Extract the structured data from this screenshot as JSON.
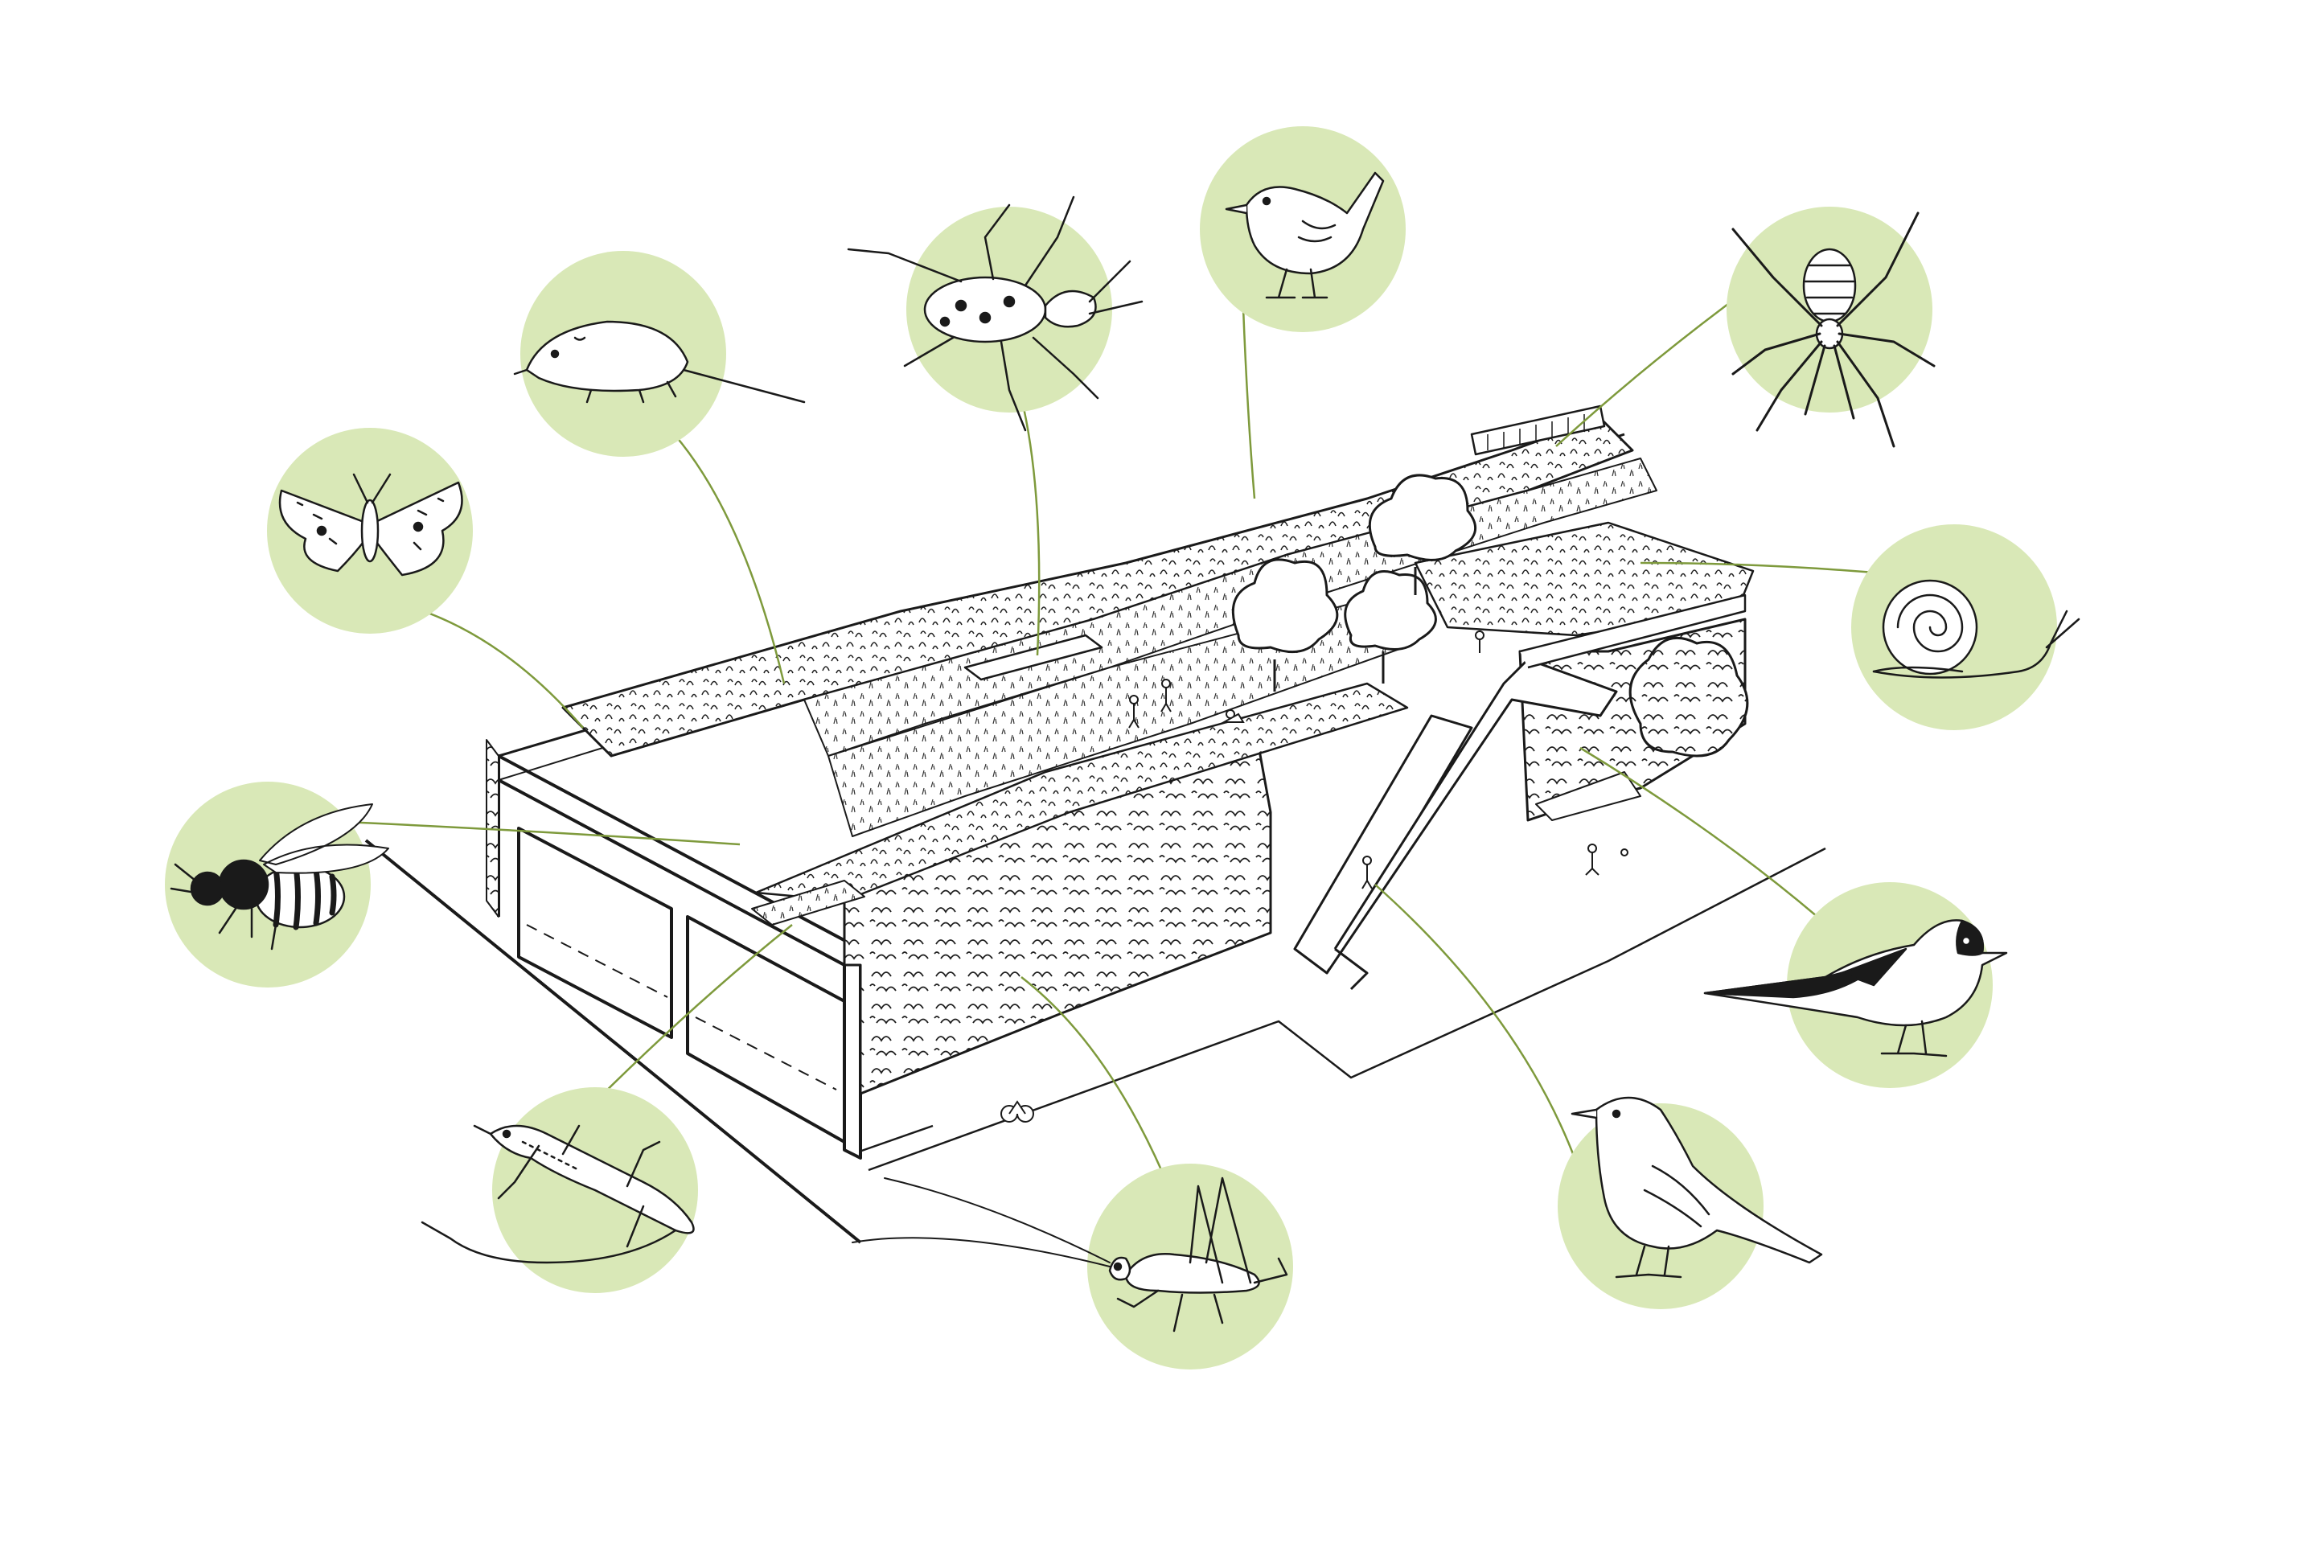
{
  "diagram": {
    "kind": "illustrated cross-section",
    "text_labels": [],
    "colors": {
      "background": "#ffffff",
      "ink": "#1a1a1a",
      "circle_fill": "#d9e8b7",
      "leader_line": "#7e9a3c"
    },
    "species": [
      {
        "id": "moth",
        "icon": "moth-icon"
      },
      {
        "id": "shrew",
        "icon": "shrew-icon"
      },
      {
        "id": "beetle",
        "icon": "beetle-icon"
      },
      {
        "id": "wren",
        "icon": "wren-icon"
      },
      {
        "id": "spider",
        "icon": "spider-icon"
      },
      {
        "id": "snail",
        "icon": "snail-icon"
      },
      {
        "id": "bee",
        "icon": "bee-icon"
      },
      {
        "id": "goldfinch",
        "icon": "goldfinch-icon"
      },
      {
        "id": "lizard",
        "icon": "lizard-icon"
      },
      {
        "id": "cricket",
        "icon": "cricket-icon"
      },
      {
        "id": "warbler",
        "icon": "warbler-icon"
      }
    ]
  }
}
